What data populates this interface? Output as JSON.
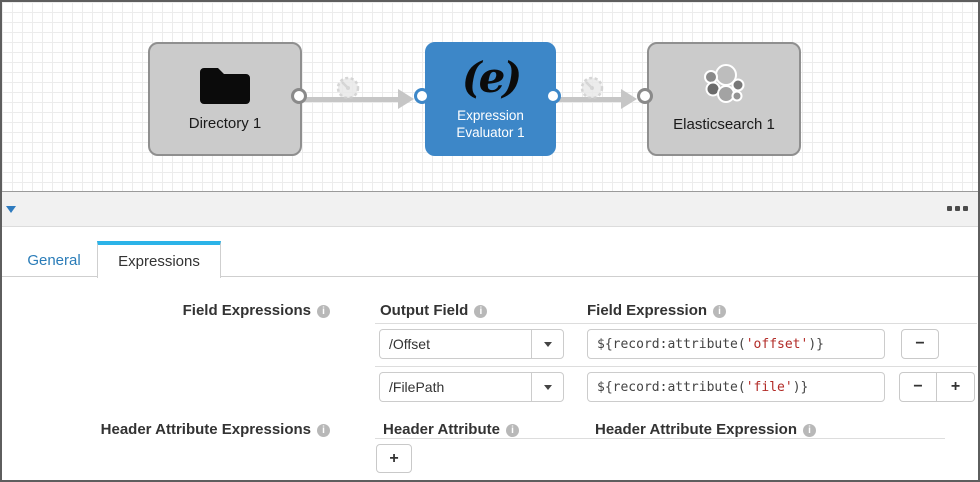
{
  "pipeline": {
    "nodes": [
      {
        "name": "Directory 1",
        "icon": "folder"
      },
      {
        "name": "Expression Evaluator 1",
        "line1": "Expression",
        "line2": "Evaluator 1",
        "logo": "(e)",
        "icon": "expression",
        "selected": true
      },
      {
        "name": "Elasticsearch 1",
        "icon": "elasticsearch"
      }
    ]
  },
  "tabs": {
    "general": "General",
    "expressions": "Expressions"
  },
  "expressions_form": {
    "field_expressions": {
      "label": "Field Expressions",
      "output_field_header": "Output Field",
      "field_expression_header": "Field Expression",
      "rows": [
        {
          "output_field": "/Offset",
          "expr_pre": "${record:attribute(",
          "expr_str": "'offset'",
          "expr_post": ")}"
        },
        {
          "output_field": "/FilePath",
          "expr_pre": "${record:attribute(",
          "expr_str": "'file'",
          "expr_post": ")}"
        }
      ],
      "remove_label": "−",
      "add_label": "+"
    },
    "header_attribute_expressions": {
      "label": "Header Attribute Expressions",
      "header_attribute_header": "Header Attribute",
      "header_attribute_expression_header": "Header Attribute Expression",
      "add_label": "+"
    }
  },
  "colors": {
    "selected_node_blue": "#3d87c8",
    "tab_highlight_blue": "#2bb3e8",
    "expression_string_red": "#b22b27",
    "link_text_blue": "#2a7cb8"
  }
}
